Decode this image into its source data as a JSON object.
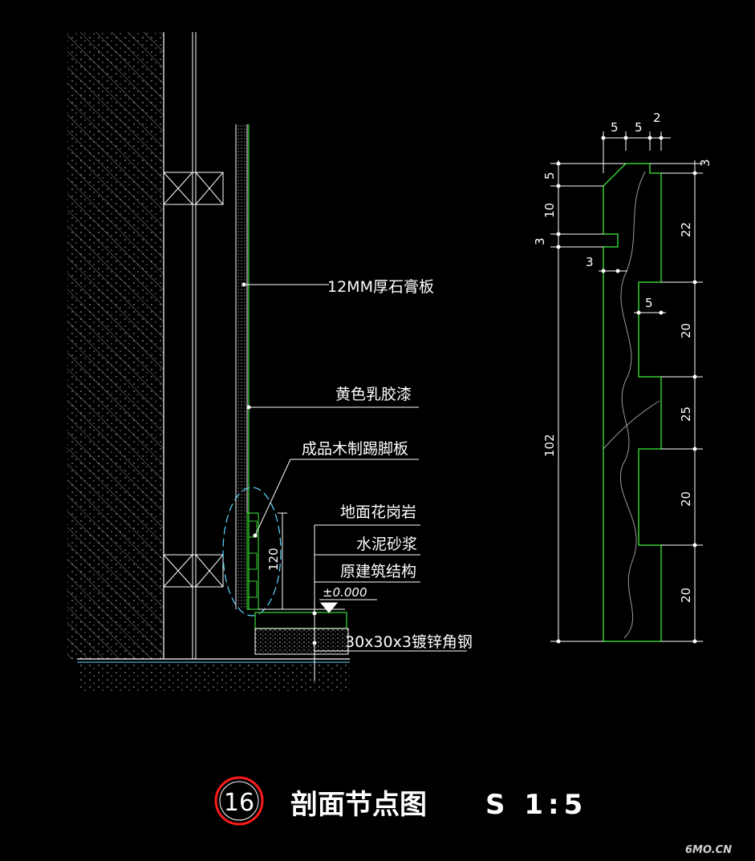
{
  "drawing": {
    "callouts": {
      "gypsum_board": "12MM厚石膏板",
      "latex_paint": "黄色乳胶漆",
      "skirting": "成品木制踢脚板",
      "granite_floor": "地面花岗岩",
      "cement_mortar": "水泥砂浆",
      "original_structure": "原建筑结构",
      "level_mark": "±0.000",
      "angle_steel": "30x30x3镀锌角钢",
      "skirting_height": "120"
    },
    "profile_dims": {
      "top_5a": "5",
      "top_5b": "5",
      "top_2": "2",
      "right_3": "3",
      "left_5": "5",
      "left_10": "10",
      "left_3": "3",
      "inner_3": "3",
      "inner_5": "5",
      "total_102": "102",
      "right_22": "22",
      "right_20a": "20",
      "right_25": "25",
      "right_20b": "20",
      "right_20c": "20"
    },
    "title_block": {
      "number": "16",
      "title": "剖面节点图",
      "scale": "S 1:5"
    },
    "watermark": "6MO.CN"
  },
  "colors": {
    "line": "#ffffff",
    "green": "#33cc33",
    "grey": "#9a9a9a",
    "red": "#ff1a1a",
    "cyan": "#5fd8ff",
    "background": "#000000"
  }
}
